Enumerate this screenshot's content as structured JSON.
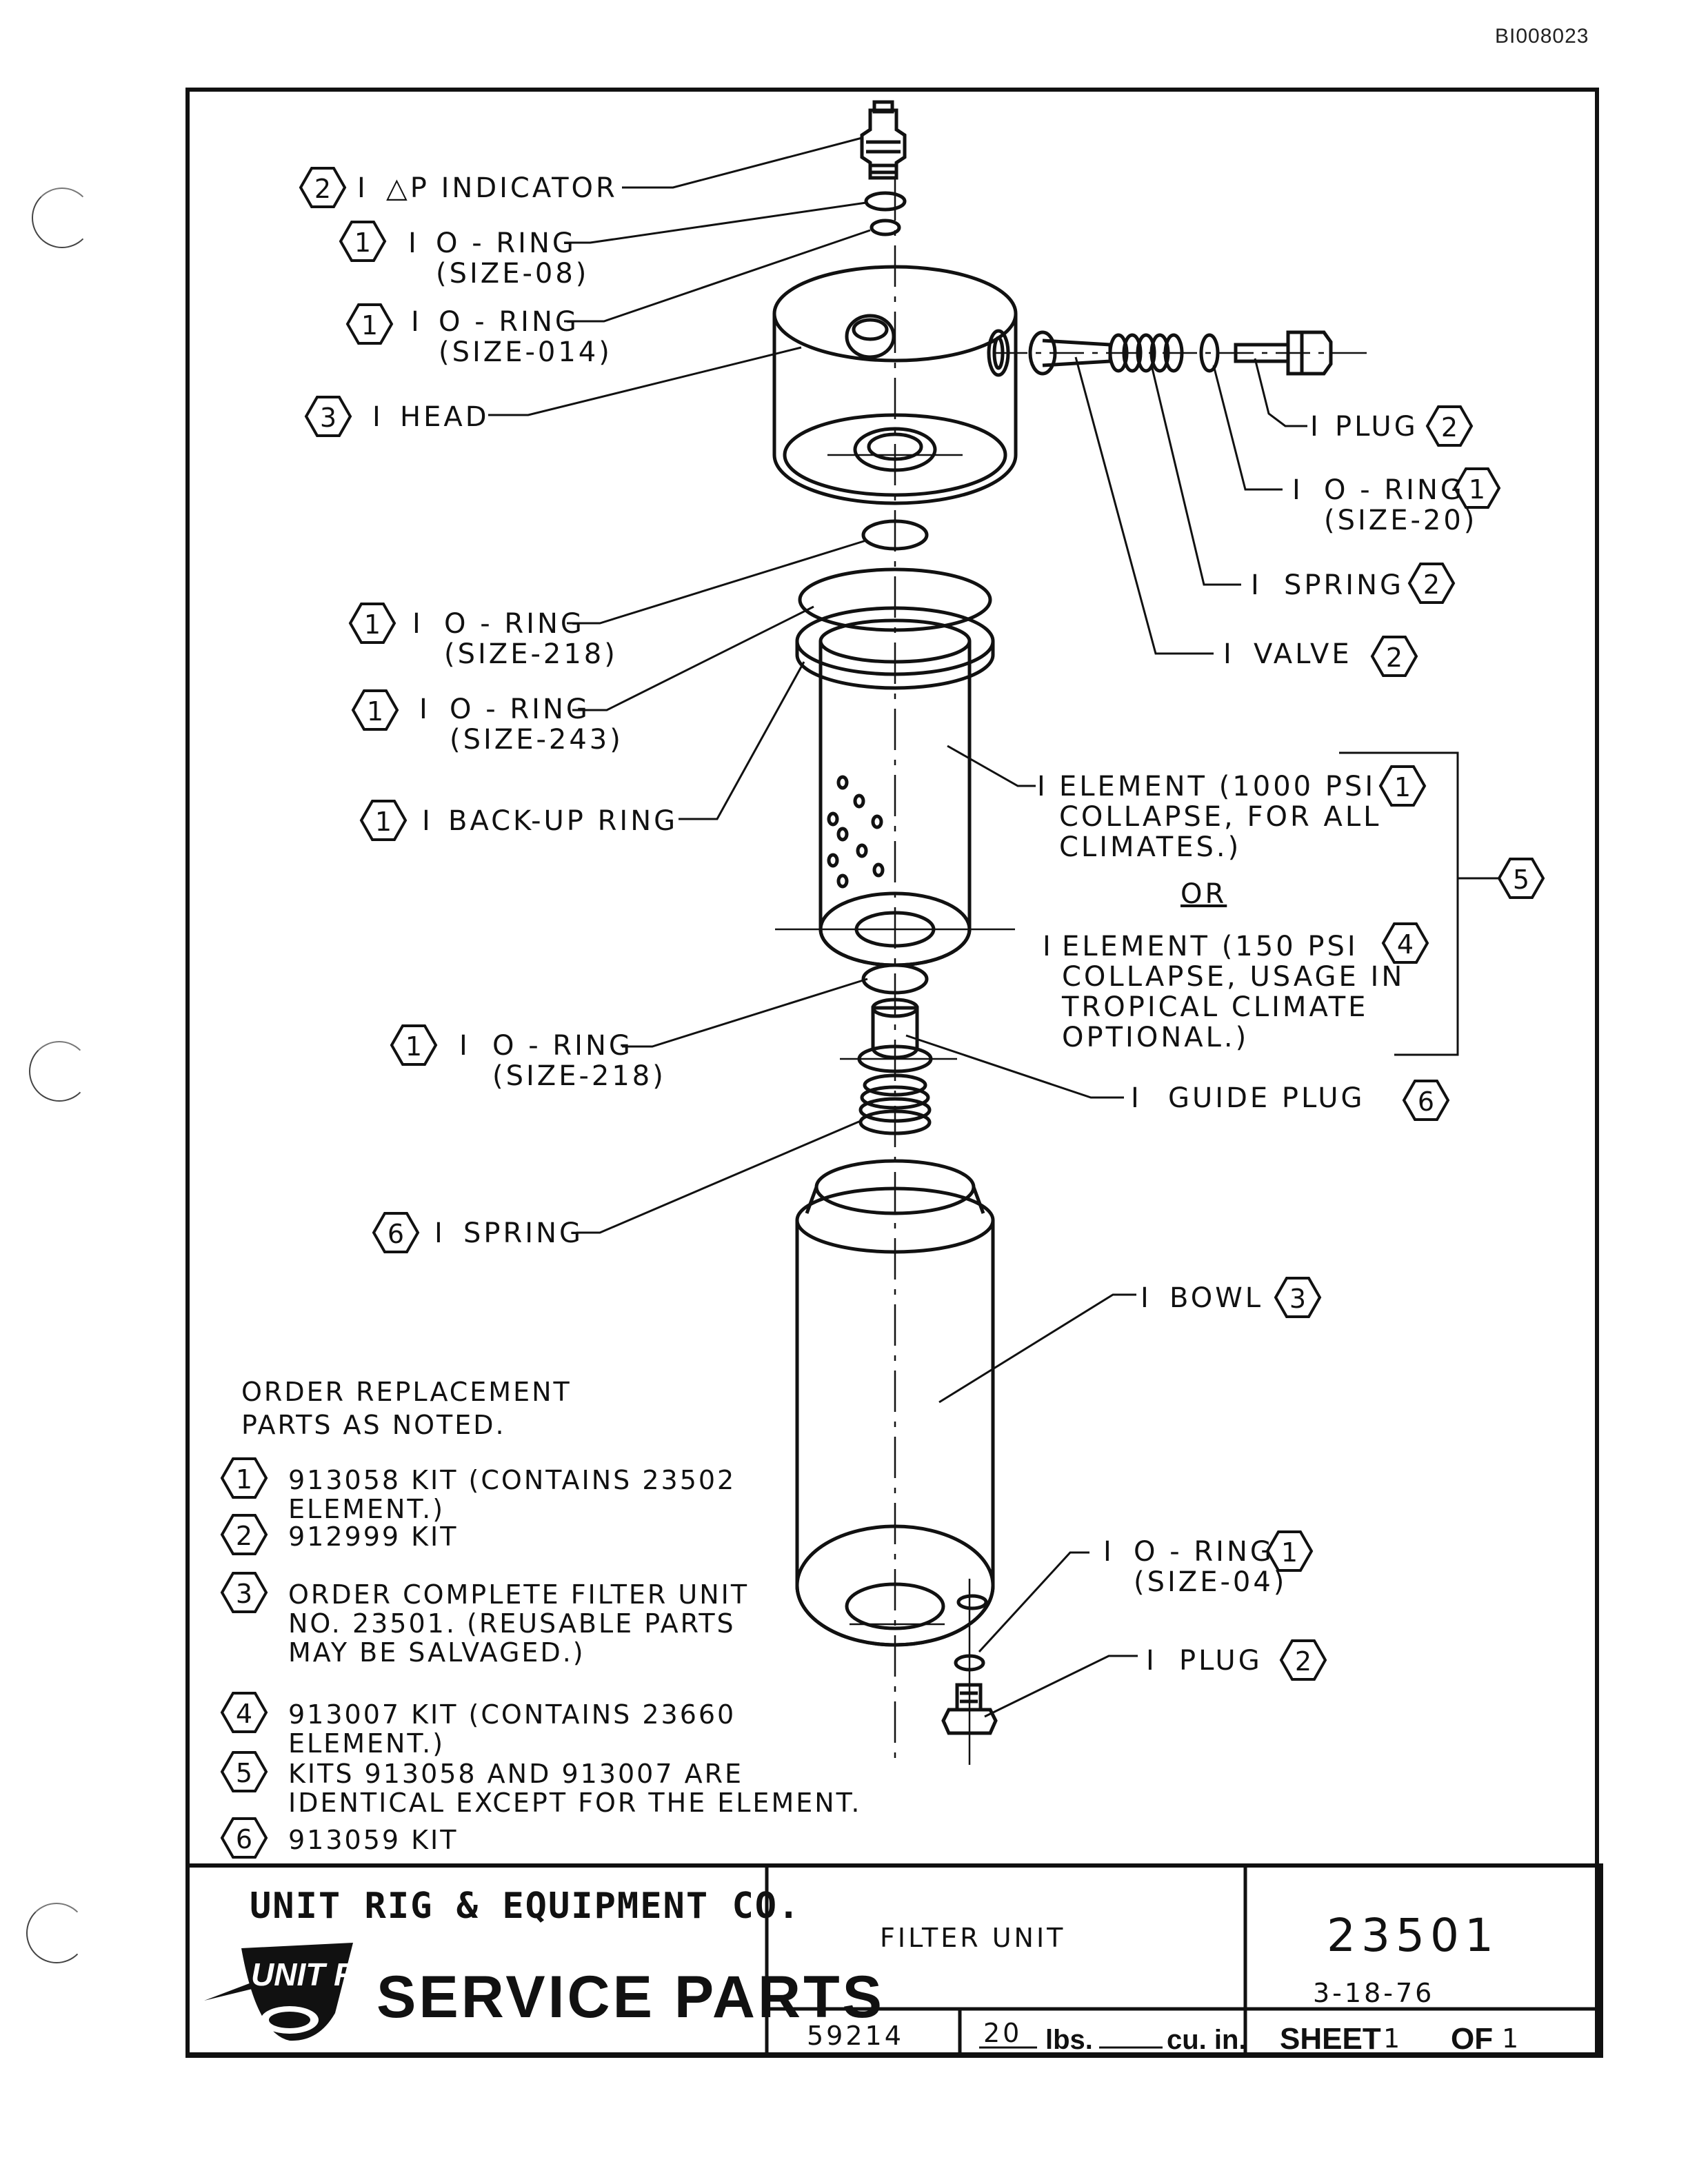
{
  "doc_id": "BI008023",
  "callouts": [
    {
      "id": "dp-indicator",
      "lines": [
        "△P INDICATOR"
      ],
      "qty": "I",
      "ref": "2"
    },
    {
      "id": "oring-08",
      "lines": [
        "O - RING",
        "(SIZE-08)"
      ],
      "qty": "I",
      "ref": "1"
    },
    {
      "id": "oring-014",
      "lines": [
        "O - RING",
        "(SIZE-014)"
      ],
      "qty": "I",
      "ref": "1"
    },
    {
      "id": "head",
      "lines": [
        "HEAD"
      ],
      "qty": "I",
      "ref": "3"
    },
    {
      "id": "plug-top",
      "lines": [
        "PLUG"
      ],
      "qty": "I",
      "ref": "2"
    },
    {
      "id": "oring-20",
      "lines": [
        "O - RING",
        "(SIZE-20)"
      ],
      "qty": "I",
      "ref": "1"
    },
    {
      "id": "spring-top",
      "lines": [
        "SPRING"
      ],
      "qty": "I",
      "ref": "2"
    },
    {
      "id": "valve",
      "lines": [
        "VALVE"
      ],
      "qty": "I",
      "ref": "2"
    },
    {
      "id": "oring-218a",
      "lines": [
        "O - RING",
        "(SIZE-218)"
      ],
      "qty": "I",
      "ref": "1"
    },
    {
      "id": "oring-243",
      "lines": [
        "O - RING",
        "(SIZE-243)"
      ],
      "qty": "I",
      "ref": "1"
    },
    {
      "id": "backup-ring",
      "lines": [
        "BACK-UP RING"
      ],
      "qty": "I",
      "ref": "1"
    },
    {
      "id": "element-1000",
      "lines": [
        "ELEMENT (1000 PSI",
        "COLLAPSE, FOR ALL",
        "CLIMATES.)"
      ],
      "qty": "I",
      "ref": "1"
    },
    {
      "id": "element-or",
      "lines": [
        "OR"
      ],
      "qty": "",
      "ref": ""
    },
    {
      "id": "element-150",
      "lines": [
        "ELEMENT (150 PSI",
        "COLLAPSE, USAGE IN",
        "TROPICAL CLIMATE",
        "OPTIONAL.)"
      ],
      "qty": "I",
      "ref": "4"
    },
    {
      "id": "element-bracket",
      "lines": [],
      "qty": "",
      "ref": "5"
    },
    {
      "id": "oring-218b",
      "lines": [
        "O - RING",
        "(SIZE-218)"
      ],
      "qty": "I",
      "ref": "1"
    },
    {
      "id": "guide-plug",
      "lines": [
        "GUIDE PLUG"
      ],
      "qty": "I",
      "ref": "6"
    },
    {
      "id": "spring-bottom",
      "lines": [
        "SPRING"
      ],
      "qty": "I",
      "ref": "6"
    },
    {
      "id": "bowl",
      "lines": [
        "BOWL"
      ],
      "qty": "I",
      "ref": "3"
    },
    {
      "id": "oring-04",
      "lines": [
        "O - RING",
        "(SIZE-04)"
      ],
      "qty": "I",
      "ref": "1"
    },
    {
      "id": "plug-bottom",
      "lines": [
        "PLUG"
      ],
      "qty": "I",
      "ref": "2"
    }
  ],
  "notes": {
    "heading": [
      "ORDER REPLACEMENT",
      "PARTS AS NOTED."
    ],
    "items": [
      {
        "ref": "1",
        "lines": [
          "913058 KIT (CONTAINS 23502",
          "ELEMENT.)"
        ]
      },
      {
        "ref": "2",
        "lines": [
          "912999 KIT"
        ]
      },
      {
        "ref": "3",
        "lines": [
          "ORDER COMPLETE FILTER UNIT",
          "NO. 23501. (REUSABLE PARTS",
          "MAY BE SALVAGED.)"
        ]
      },
      {
        "ref": "4",
        "lines": [
          "913007 KIT (CONTAINS 23660",
          "ELEMENT.)"
        ]
      },
      {
        "ref": "5",
        "lines": [
          "KITS 913058 AND 913007 ARE",
          "IDENTICAL EXCEPT FOR THE ELEMENT."
        ]
      },
      {
        "ref": "6",
        "lines": [
          "913059 KIT"
        ]
      }
    ]
  },
  "title_block": {
    "company": "UNIT RIG & EQUIPMENT CO.",
    "logo_text": "UNIT RIG",
    "service_parts": "SERVICE PARTS",
    "description": "FILTER UNIT",
    "part_number": "23501",
    "date": "3-18-76",
    "code": "59214",
    "weight_value": "20",
    "weight_unit": "lbs.",
    "volume_unit": "cu. in.",
    "sheet_label": "SHEET",
    "sheet_no": "1",
    "of_label": "OF",
    "sheet_total": "1"
  }
}
